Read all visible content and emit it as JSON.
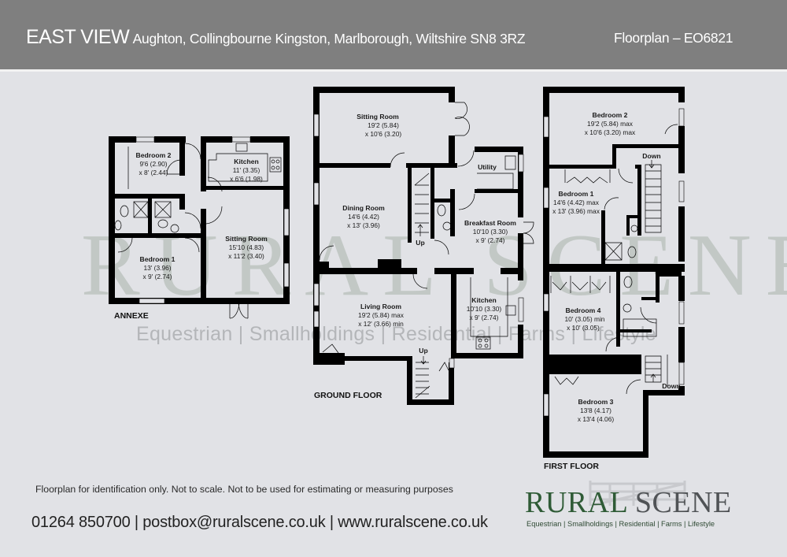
{
  "header": {
    "property_name": "EAST VIEW",
    "address": "Aughton, Collingbourne Kingston, Marlborough, Wiltshire SN8 3RZ",
    "floorplan_ref": "Floorplan – EO6821"
  },
  "watermark": {
    "brand": "RURAL SCENE",
    "tagline": "Equestrian | Smallholdings | Residential | Farms | Lifestyle"
  },
  "floors": {
    "annexe": {
      "label": "ANNEXE",
      "rooms": [
        {
          "name": "Bedroom 2",
          "dim1": "9'6 (2.90)",
          "dim2": "x 8' (2.44)"
        },
        {
          "name": "Kitchen",
          "dim1": "11' (3.35)",
          "dim2": "x 6'6 (1.98)"
        },
        {
          "name": "Sitting Room",
          "dim1": "15'10 (4.83)",
          "dim2": "x 11'2 (3.40)"
        },
        {
          "name": "Bedroom 1",
          "dim1": "13' (3.96)",
          "dim2": "x 9' (2.74)"
        }
      ]
    },
    "ground": {
      "label": "GROUND FLOOR",
      "rooms": [
        {
          "name": "Sitting Room",
          "dim1": "19'2 (5.84)",
          "dim2": "x 10'6 (3.20)"
        },
        {
          "name": "Utility",
          "dim1": "",
          "dim2": ""
        },
        {
          "name": "Dining Room",
          "dim1": "14'6 (4.42)",
          "dim2": "x 13' (3.96)"
        },
        {
          "name": "Breakfast Room",
          "dim1": "10'10 (3.30)",
          "dim2": "x 9' (2.74)"
        },
        {
          "name": "Living Room",
          "dim1": "19'2 (5.84) max",
          "dim2": "x 12' (3.66) min"
        },
        {
          "name": "Kitchen",
          "dim1": "10'10 (3.30)",
          "dim2": "x 9' (2.74)"
        }
      ],
      "stairs": [
        {
          "label": "Up"
        },
        {
          "label": "Up"
        }
      ]
    },
    "first": {
      "label": "FIRST FLOOR",
      "rooms": [
        {
          "name": "Bedroom 2",
          "dim1": "19'2 (5.84) max",
          "dim2": "x 10'6 (3.20) max"
        },
        {
          "name": "Bedroom 1",
          "dim1": "14'6 (4.42) max",
          "dim2": "x 13' (3.96) max"
        },
        {
          "name": "Bedroom 4",
          "dim1": "10' (3.05) min",
          "dim2": "x 10' (3.05)"
        },
        {
          "name": "Bedroom 3",
          "dim1": "13'8 (4.17)",
          "dim2": "x 13'4 (4.06)"
        }
      ],
      "stairs": [
        {
          "label": "Down"
        },
        {
          "label": "Down"
        }
      ]
    }
  },
  "footer": {
    "disclaimer": "Floorplan for identification only. Not to scale. Not to be used for estimating or measuring purposes",
    "contact": "01264 850700 | postbox@ruralscene.co.uk | www.ruralscene.co.uk"
  },
  "logo": {
    "word1": "RURAL",
    "word2": "SCENE",
    "tagline": "Equestrian | Smallholdings | Residential | Farms | Lifestyle"
  },
  "colors": {
    "header_bg": "#7f7f7f",
    "page_bg": "#e1e2e6",
    "wall": "#000000",
    "brand_green": "#2f5b36",
    "brand_grey": "#505356"
  }
}
